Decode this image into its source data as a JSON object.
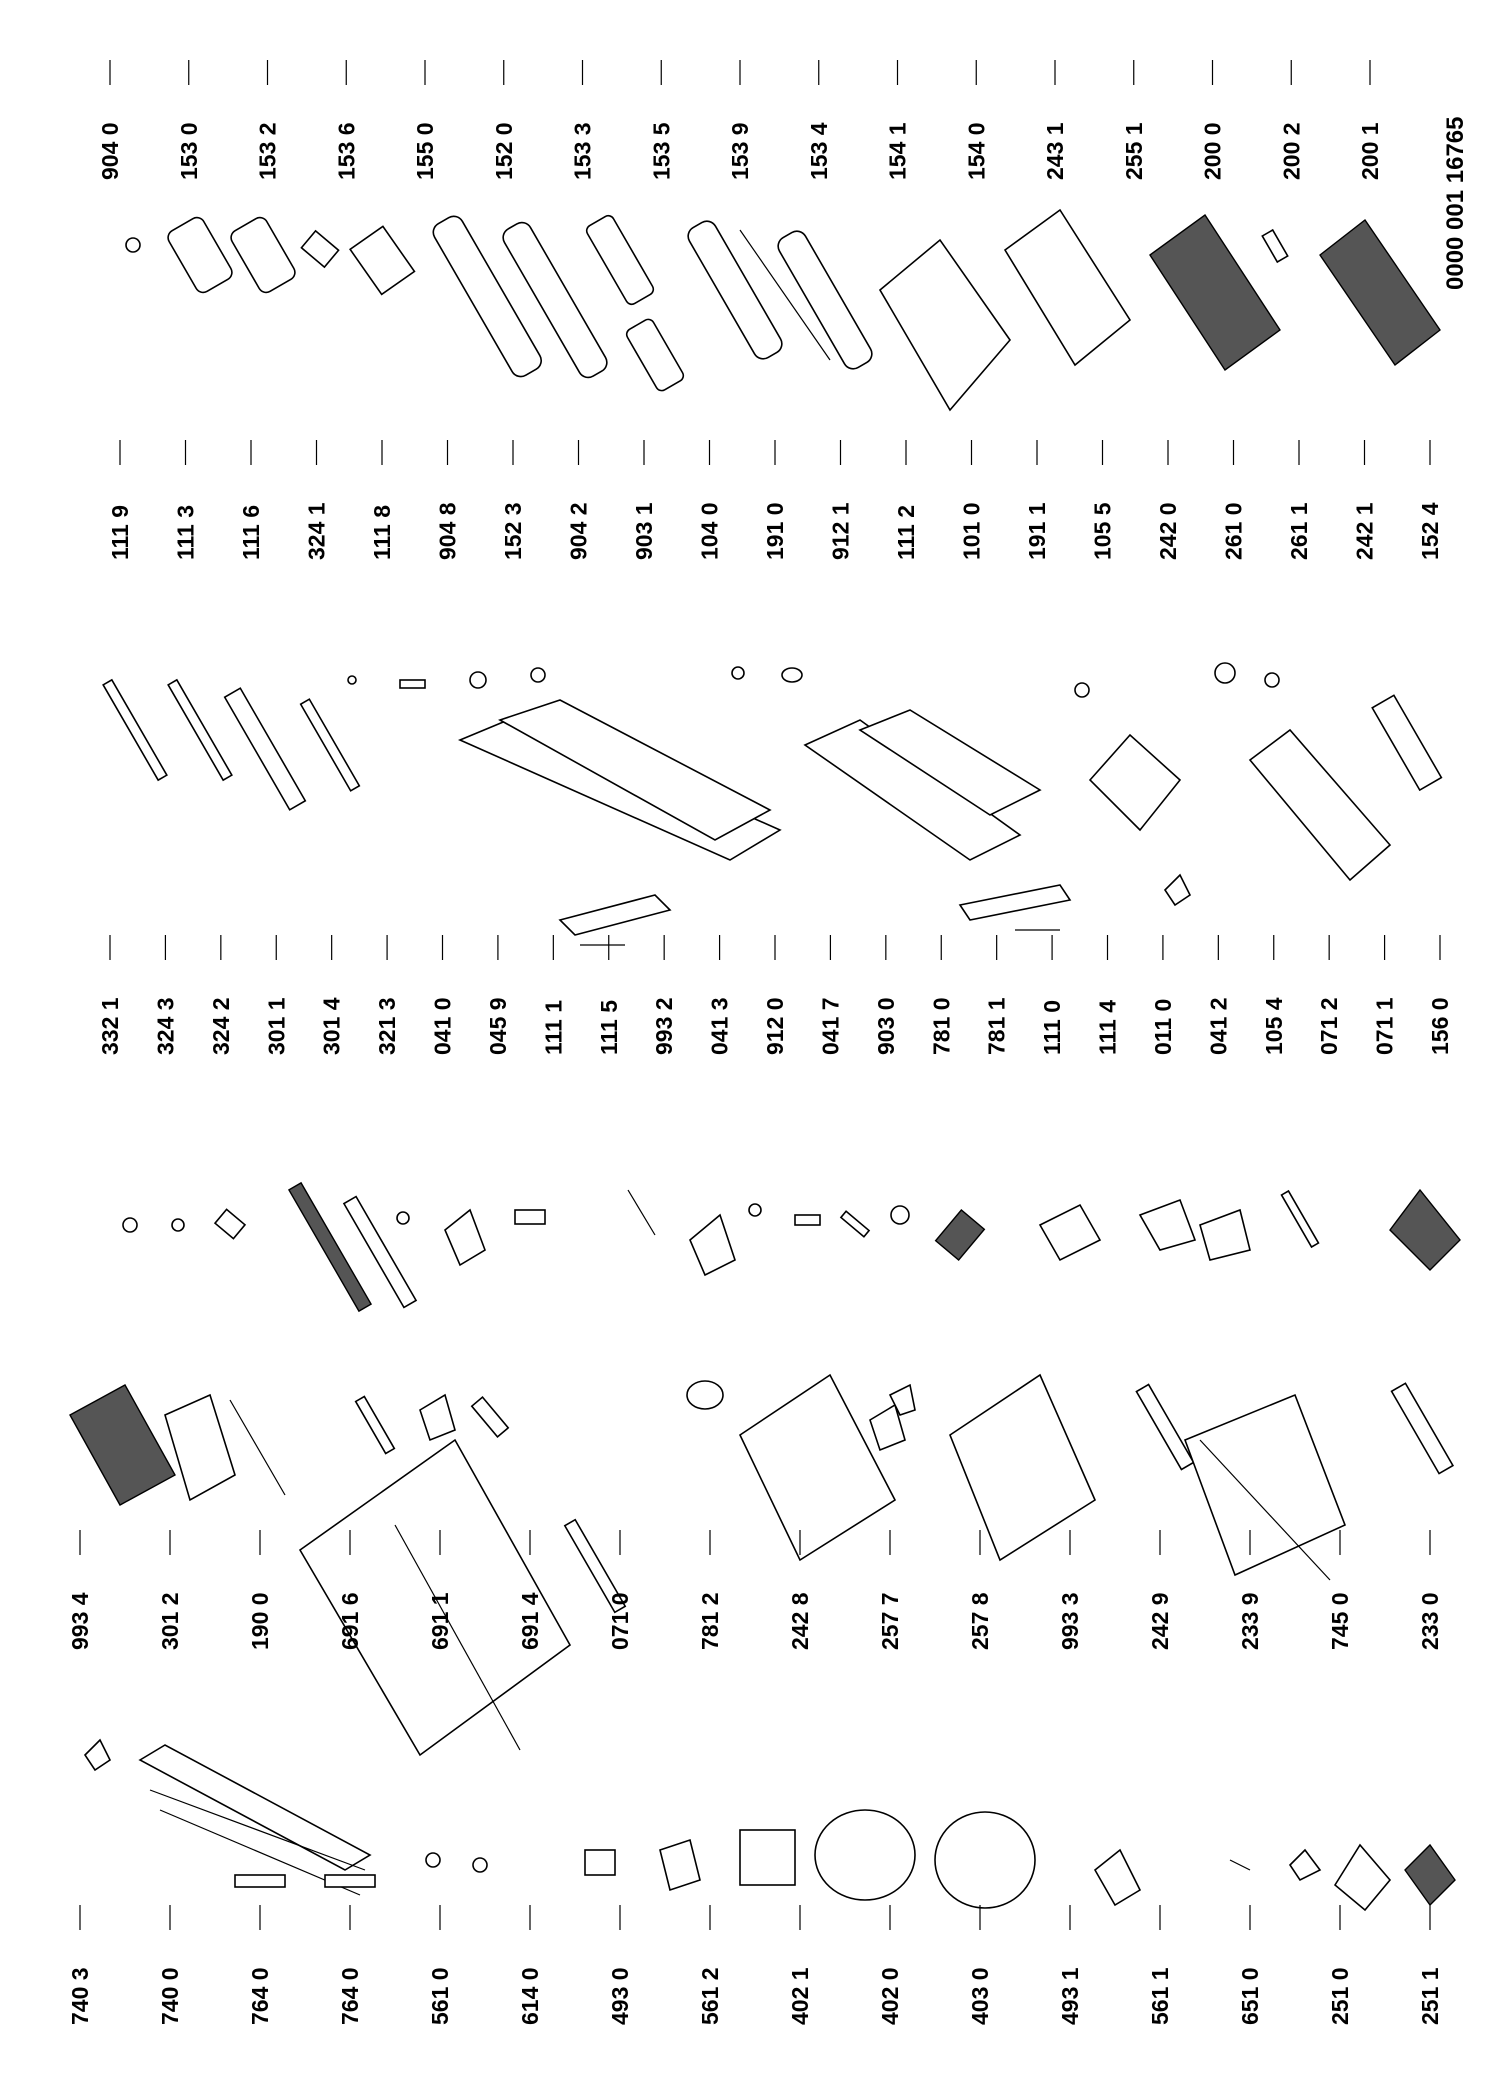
{
  "document_number": "0000 001 16765",
  "columns": [
    {
      "id": "col-1",
      "labels": [
        "740 3",
        "740 0",
        "764 0",
        "764 0",
        "561 0",
        "614 0",
        "493 0",
        "561 2",
        "402 1",
        "402 0",
        "403 0",
        "493 1",
        "561 1",
        "651 0",
        "251 0",
        "251 1"
      ]
    },
    {
      "id": "col-2",
      "labels": [
        "993 4",
        "301 2",
        "190 0",
        "691 6",
        "691 1",
        "691 4",
        "071 0",
        "781 2",
        "242 8",
        "257 7",
        "257 8",
        "993 3",
        "242 9",
        "233 9",
        "745 0",
        "233 0"
      ]
    },
    {
      "id": "col-3",
      "labels": [
        "332 1",
        "324 3",
        "324 2",
        "301 1",
        "301 4",
        "321 3",
        "041 0",
        "045 9",
        "111 1",
        "111 5",
        "993 2",
        "041 3",
        "912 0",
        "041 7",
        "903 0",
        "781 0",
        "781 1",
        "111 0",
        "111 4",
        "011 0",
        "041 2",
        "105 4",
        "071 2",
        "071 1",
        "156 0"
      ]
    },
    {
      "id": "col-4",
      "labels": [
        "111 9",
        "111 3",
        "111 6",
        "324 1",
        "111 8",
        "904 8",
        "152 3",
        "904 2",
        "903 1",
        "104 0",
        "191 0",
        "912 1",
        "111 2",
        "101 0",
        "191 1",
        "105 5",
        "242 0",
        "261 0",
        "261 1",
        "242 1",
        "152 4"
      ]
    },
    {
      "id": "col-5",
      "labels": [
        "904 0",
        "153 0",
        "153 2",
        "153 6",
        "155 0",
        "152 0",
        "153 3",
        "153 5",
        "153 9",
        "153 4",
        "154 1",
        "154 0",
        "243 1",
        "255 1",
        "200 0",
        "200 2",
        "200 1"
      ]
    }
  ]
}
